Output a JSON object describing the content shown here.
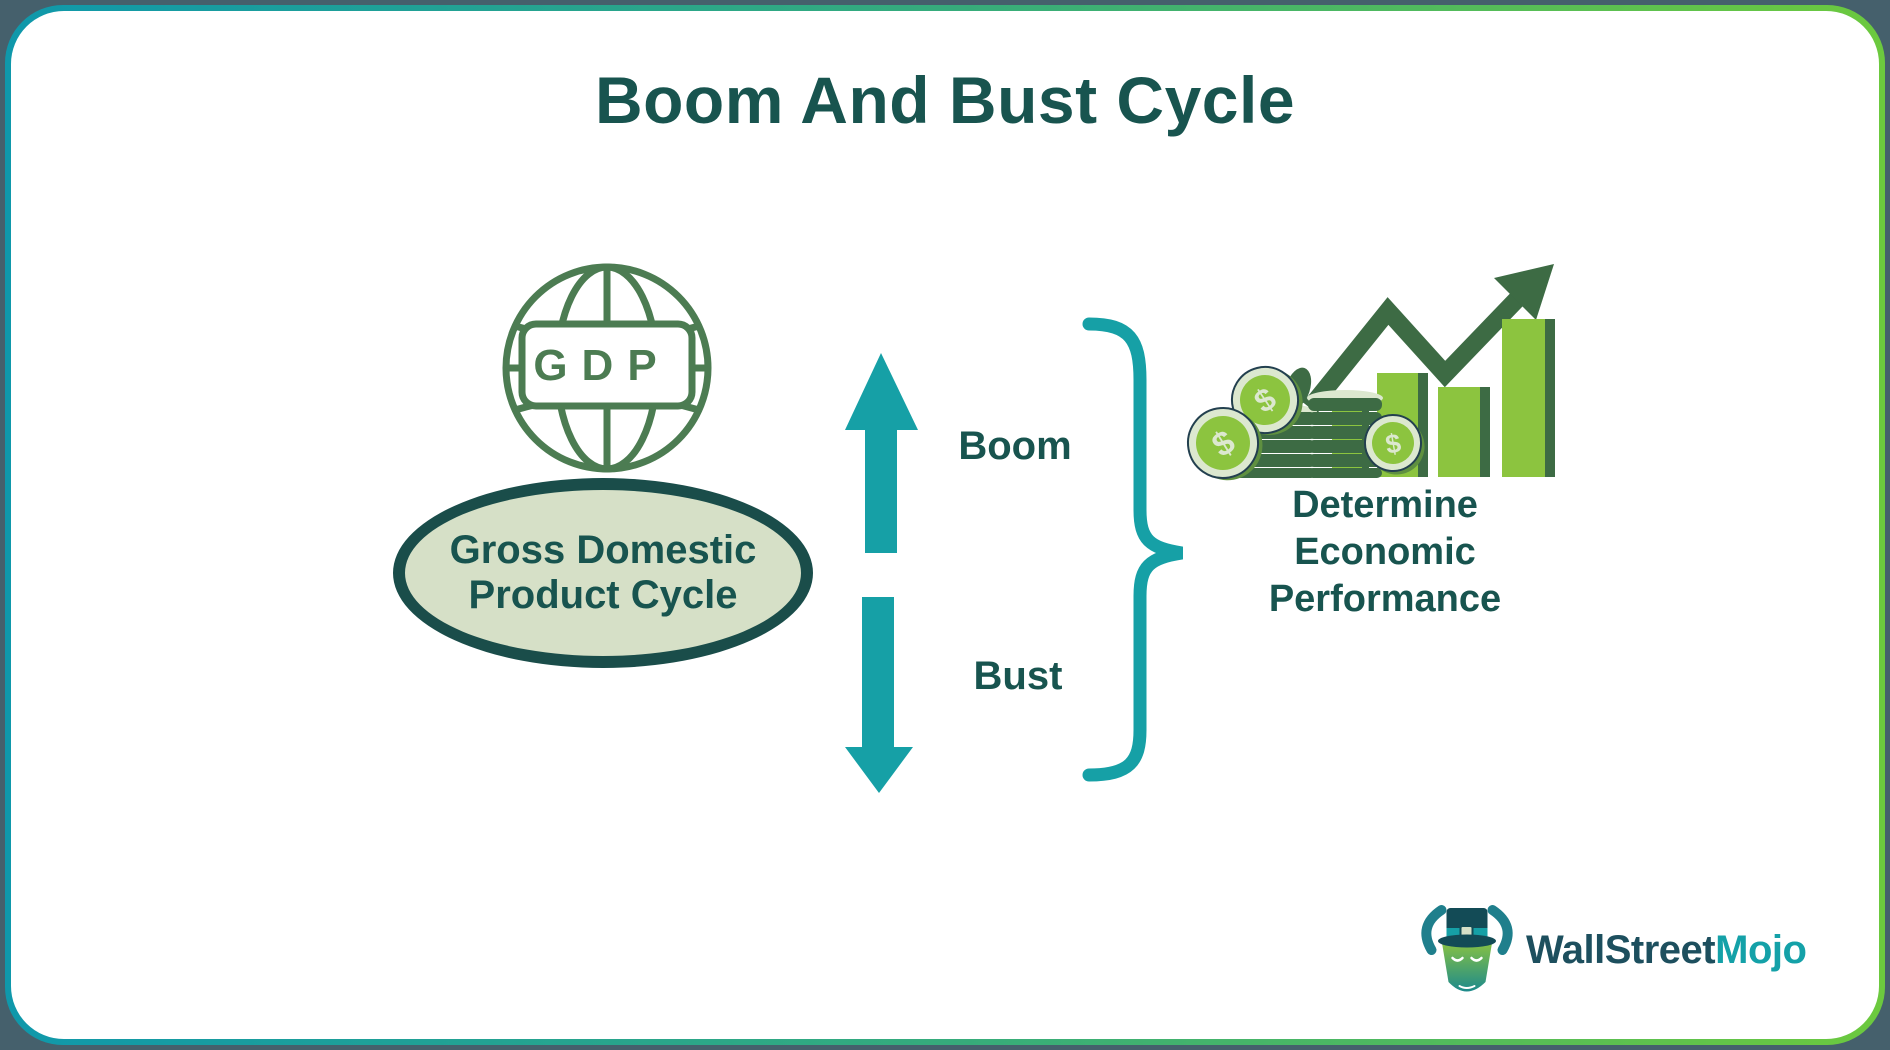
{
  "title": "Boom And Bust Cycle",
  "gdp_globe": {
    "label": "GDP"
  },
  "gdp_ellipse": {
    "lines": [
      "Gross Domestic",
      "Product Cycle"
    ]
  },
  "cycle": {
    "up_label": "Boom",
    "down_label": "Bust"
  },
  "outcome": {
    "lines": [
      "Determine",
      "Economic",
      "Performance"
    ]
  },
  "logo": {
    "brand": "WallStreet",
    "brand_accent": "Mojo"
  },
  "icons": {
    "globe": "gdp-globe-icon",
    "up_arrow": "boom-up-arrow-icon",
    "down_arrow": "bust-down-arrow-icon",
    "brace": "curly-brace-icon",
    "growth": "growth-chart-coins-icon",
    "mascot": "bull-mascot-icon"
  },
  "colors": {
    "teal": "#16a0a6",
    "dark_teal_text": "#18544f",
    "globe_green": "#4c7c52",
    "ellipse_fill": "#d6e0c7",
    "ellipse_border": "#1a4d4a",
    "bar_light_green": "#8cc43f",
    "dark_green": "#3d6b44",
    "coin_rim": "#dce8cf",
    "border_gradient_left": "#0f98ab",
    "border_gradient_right": "#6cc93e",
    "page_background": "#45606c",
    "logo_text_dark": "#1d4f5e",
    "logo_text_accent": "#14a1a8"
  }
}
